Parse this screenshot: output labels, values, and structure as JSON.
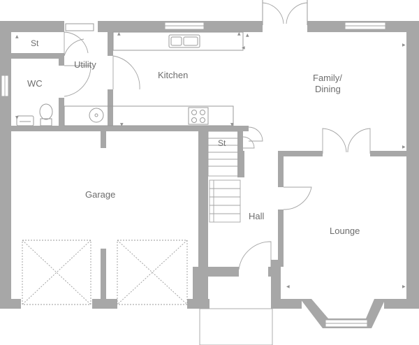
{
  "rooms": {
    "store_top": "St",
    "utility": "Utility",
    "wc": "WC",
    "kitchen": "Kitchen",
    "family_dining_line1": "Family/",
    "family_dining_line2": "Dining",
    "store_stairs": "St",
    "garage": "Garage",
    "hall": "Hall",
    "lounge": "Lounge"
  },
  "colors": {
    "wall": "#a7a7a7",
    "fixture_line": "#9a9a9a",
    "label": "#6d6d6d",
    "background": "#ffffff"
  }
}
